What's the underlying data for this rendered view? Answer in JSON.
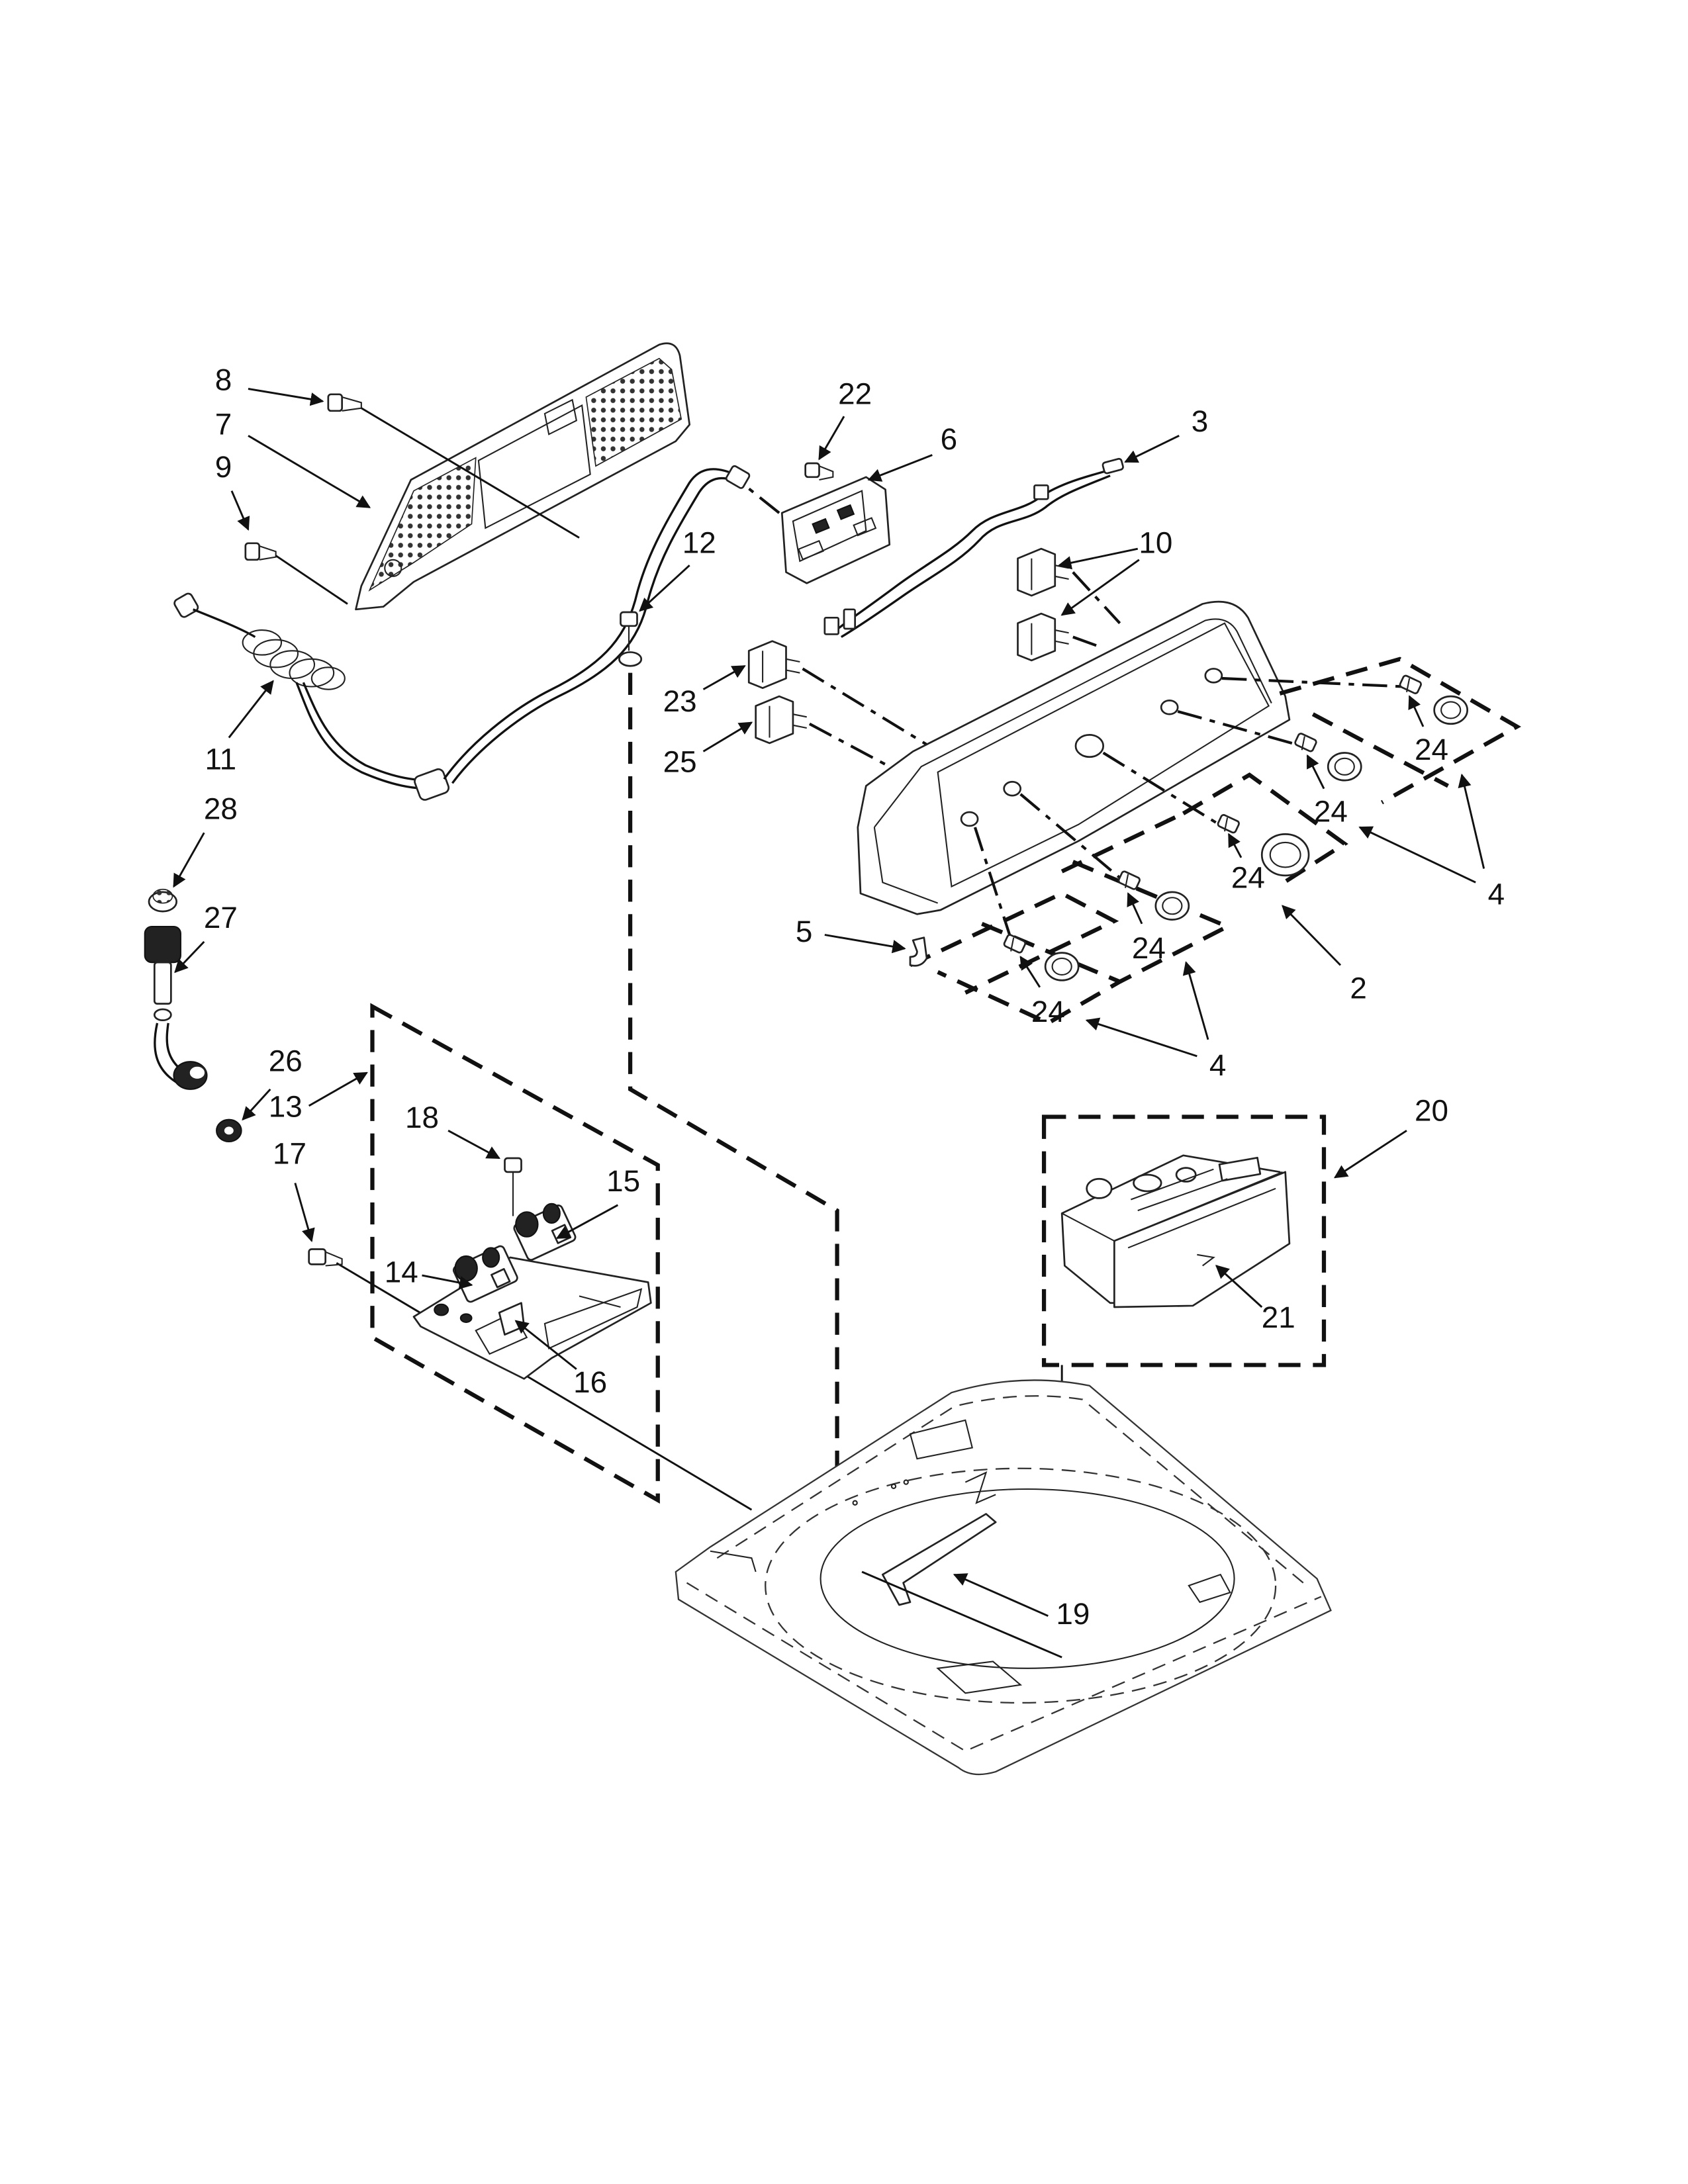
{
  "diagram": {
    "callouts": [
      "8",
      "7",
      "9",
      "22",
      "6",
      "3",
      "10",
      "12",
      "11",
      "23",
      "25",
      "28",
      "27",
      "5",
      "24",
      "24",
      "24",
      "24",
      "24",
      "4",
      "2",
      "4",
      "26",
      "13",
      "17",
      "18",
      "15",
      "14",
      "16",
      "20",
      "21",
      "19"
    ]
  }
}
